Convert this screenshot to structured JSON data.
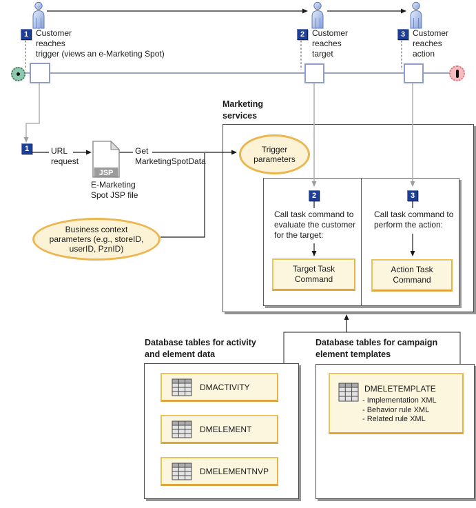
{
  "colors": {
    "accent_gold": "#F0C052",
    "panel_cream": "#FDF6DF",
    "badge_navy": "#1E3F97",
    "timeline_blue": "#98A3C9",
    "start_green": "#8FC8B0",
    "end_pink": "#F6BBBF"
  },
  "timeline": {
    "steps": [
      {
        "num": "1",
        "label": "Customer\nreaches\ntrigger (views an e-Marketing Spot)"
      },
      {
        "num": "2",
        "label": "Customer\nreaches\ntarget"
      },
      {
        "num": "3",
        "label": "Customer\nreaches\naction"
      }
    ]
  },
  "flow": {
    "step_num": "1",
    "url_request": "URL\nrequest",
    "jsp_band": "JSP",
    "jsp_label": "E-Marketing\nSpot JSP file",
    "get_request": "Get\nMarketingSpotData",
    "business_context": "Business context\nparameters (e.g., storeID,\nuserID, PznID)",
    "trigger_params": "Trigger\nparameters"
  },
  "marketing": {
    "title": "Marketing\nservices",
    "target_step": {
      "num": "2",
      "desc": "Call task command to\nevaluate the customer\nfor the target:",
      "command": "Target Task\nCommand"
    },
    "action_step": {
      "num": "3",
      "desc": "Call task command to\nperform the action:",
      "command": "Action Task\nCommand"
    }
  },
  "databases": {
    "activity": {
      "title": "Database tables for activity\nand element data",
      "tables": [
        "DMACTIVITY",
        "DMELEMENT",
        "DMELEMENTNVP"
      ]
    },
    "campaign": {
      "title": "Database tables for campaign\nelement templates",
      "table_name": "DMELETEMPLATE",
      "details": "- Implementation XML\n- Behavior rule XML\n- Related rule XML"
    }
  }
}
